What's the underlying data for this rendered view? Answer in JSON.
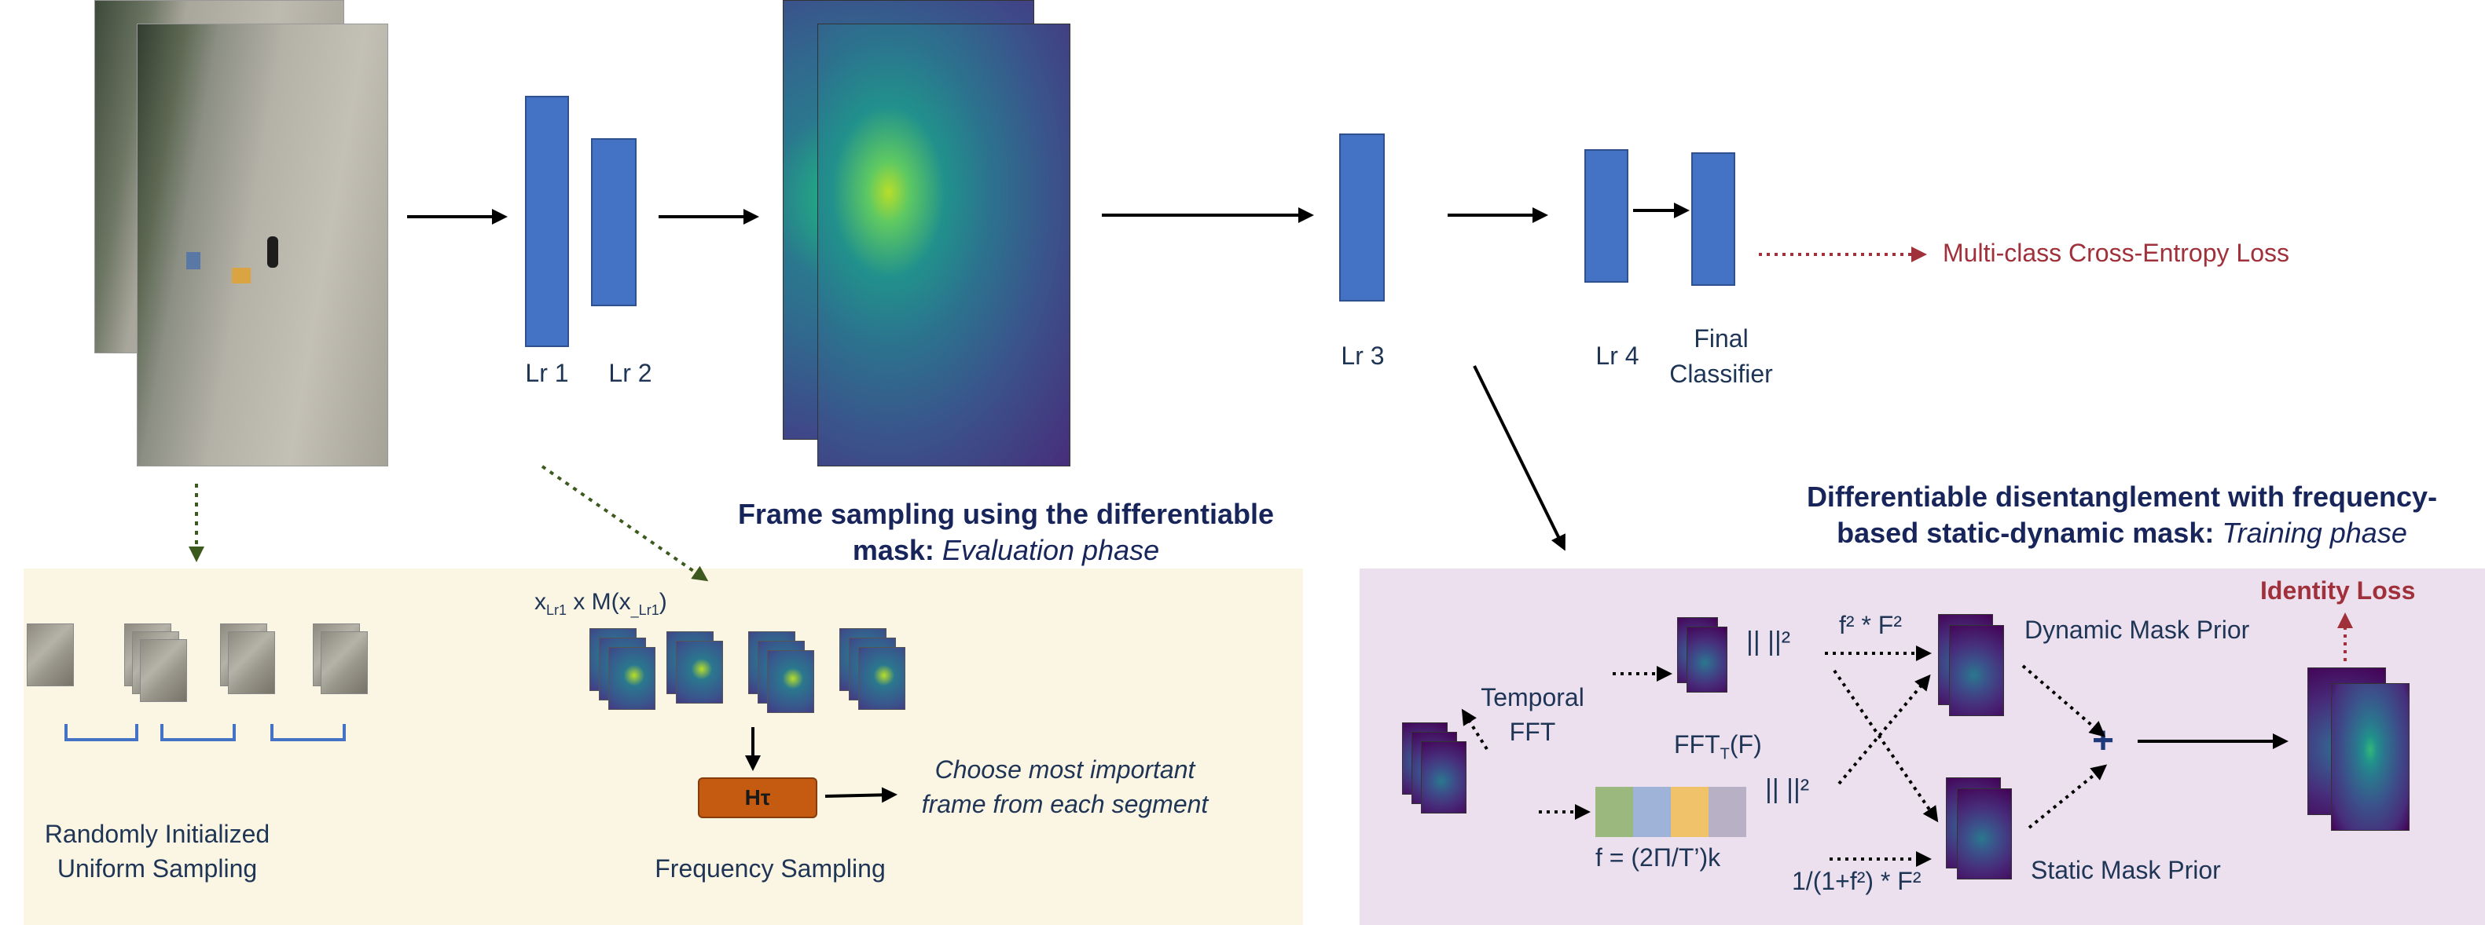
{
  "layers": {
    "lr1": "Lr 1",
    "lr2": "Lr 2",
    "lr3": "Lr 3",
    "lr4": "Lr 4",
    "final_line1": "Final",
    "final_line2": "Classifier"
  },
  "losses": {
    "ce": "Multi-class Cross-Entropy Loss",
    "identity": "Identity Loss"
  },
  "eval_title": {
    "line1": "Frame sampling using the differentiable",
    "line2_bold": "mask:",
    "line2_italic": "Evaluation phase"
  },
  "train_title": {
    "line1": "Differentiable disentanglement with frequency-",
    "line2_bold": "based static-dynamic mask:",
    "line2_italic": "Training phase"
  },
  "left_panel": {
    "uniform_line1": "Randomly Initialized",
    "uniform_line2": "Uniform Sampling",
    "mask_formula_prefix": "x",
    "mask_formula_sub1": "Lr1",
    "mask_formula_mid": " x M(x",
    "mask_formula_sub2": "_Lr1",
    "mask_formula_suffix": ")",
    "h_tau": "Hτ",
    "choose_line1": "Choose most important",
    "choose_line2": "frame from each segment",
    "freq_sampling": "Frequency Sampling"
  },
  "right_panel": {
    "temporal_line1": "Temporal",
    "temporal_line2": "FFT",
    "norm_top": "|| ||²",
    "norm_mid": "|| ||²",
    "fft_label": "FFT",
    "fft_sub": "T",
    "fft_arg": "(F)",
    "freq_formula": "f = (2Π/T’)k",
    "dyn_formula": "f² * F²",
    "static_formula": "1/(1+f²) * F²",
    "dynamic_prior": "Dynamic Mask Prior",
    "static_prior": "Static Mask Prior",
    "plus": "+"
  },
  "colors": {
    "layer_fill": "#4472c4",
    "left_panel_bg": "#fbf5e4",
    "right_panel_bg": "#ece0ee",
    "title_navy": "#17255a",
    "loss_red": "#a0303a",
    "h_tau_fill": "#c55a11",
    "freq_cells": [
      "#9bb87e",
      "#9fb3d9",
      "#f0c26a",
      "#b8b0c4"
    ]
  }
}
